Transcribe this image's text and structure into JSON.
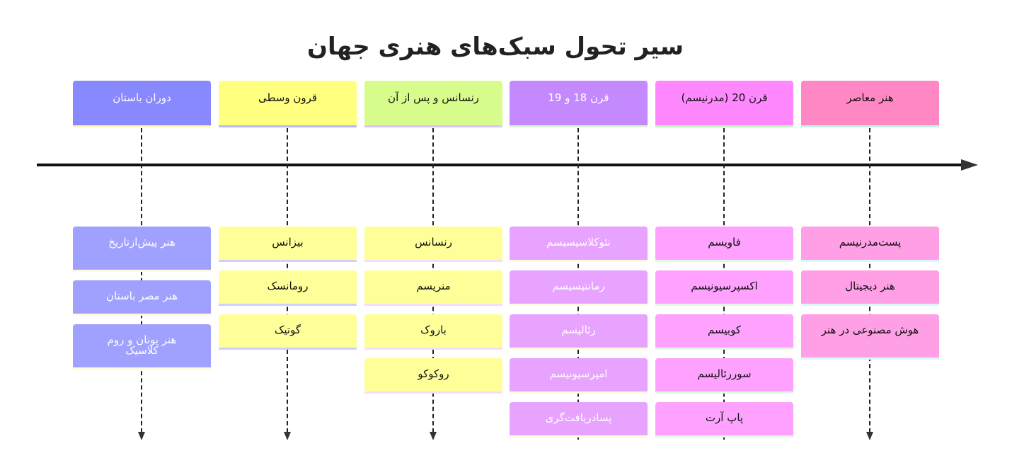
{
  "title": "سیر تحول سبک‌های هنری جهان",
  "colors": {
    "timeline": "#111111",
    "arrow": "#333333"
  },
  "periods": [
    {
      "label": "دوران باستان",
      "header_color": "#8888ff",
      "header_accent": "#fff4b0",
      "item_color": "#a0a0ff",
      "item_accent": "#fffbd8",
      "text_color": "#ffffff",
      "items": [
        "هنر پیش‌ازتاریخ",
        "هنر مصر باستان",
        "هنر یونان و روم کلاسیک"
      ]
    },
    {
      "label": "قرون وسطی",
      "header_color": "#ffff80",
      "header_accent": "#b8b8ff",
      "item_color": "#ffff99",
      "item_accent": "#d0d0ff",
      "text_color": "#111111",
      "items": [
        "بیزانس",
        "رومانسک",
        "گوتیک"
      ]
    },
    {
      "label": "رنسانس و پس از آن",
      "header_color": "#d8fc8c",
      "header_accent": "#d8c4ff",
      "item_color": "#ffff99",
      "item_accent": "#f8dcf8",
      "text_color": "#111111",
      "items": [
        "رنسانس",
        "منریسم",
        "باروک",
        "روکوکو"
      ]
    },
    {
      "label": "قرن 18 و 19",
      "header_color": "#c488ff",
      "header_accent": "#d8f8d0",
      "item_color": "#e8a2ff",
      "item_accent": "#fffbd8",
      "text_color": "#ffffff",
      "items": [
        "نئوکلاسیسیسم",
        "رمانتیسیسم",
        "رئالیسم",
        "امپرسیونیسم",
        "پسادریافت‌گری"
      ]
    },
    {
      "label": "قرن 20 (مدرنیسم)",
      "header_color": "#ff88ff",
      "header_accent": "#c0f8c0",
      "item_color": "#ffa2ff",
      "item_accent": "#e0f8e0",
      "text_color": "#111111",
      "items": [
        "فاویسم",
        "اکسپرسیونیسم",
        "کوبیسم",
        "سوررئالیسم",
        "پاپ آرت"
      ]
    },
    {
      "label": "هنر معاصر",
      "header_color": "#ff88c4",
      "header_accent": "#c0f8e8",
      "item_color": "#ff9fe6",
      "item_accent": "#d8f8fc",
      "text_color": "#111111",
      "items": [
        "پست‌مدرنیسم",
        "هنر دیجیتال",
        "هوش مصنوعی در هنر"
      ]
    }
  ]
}
